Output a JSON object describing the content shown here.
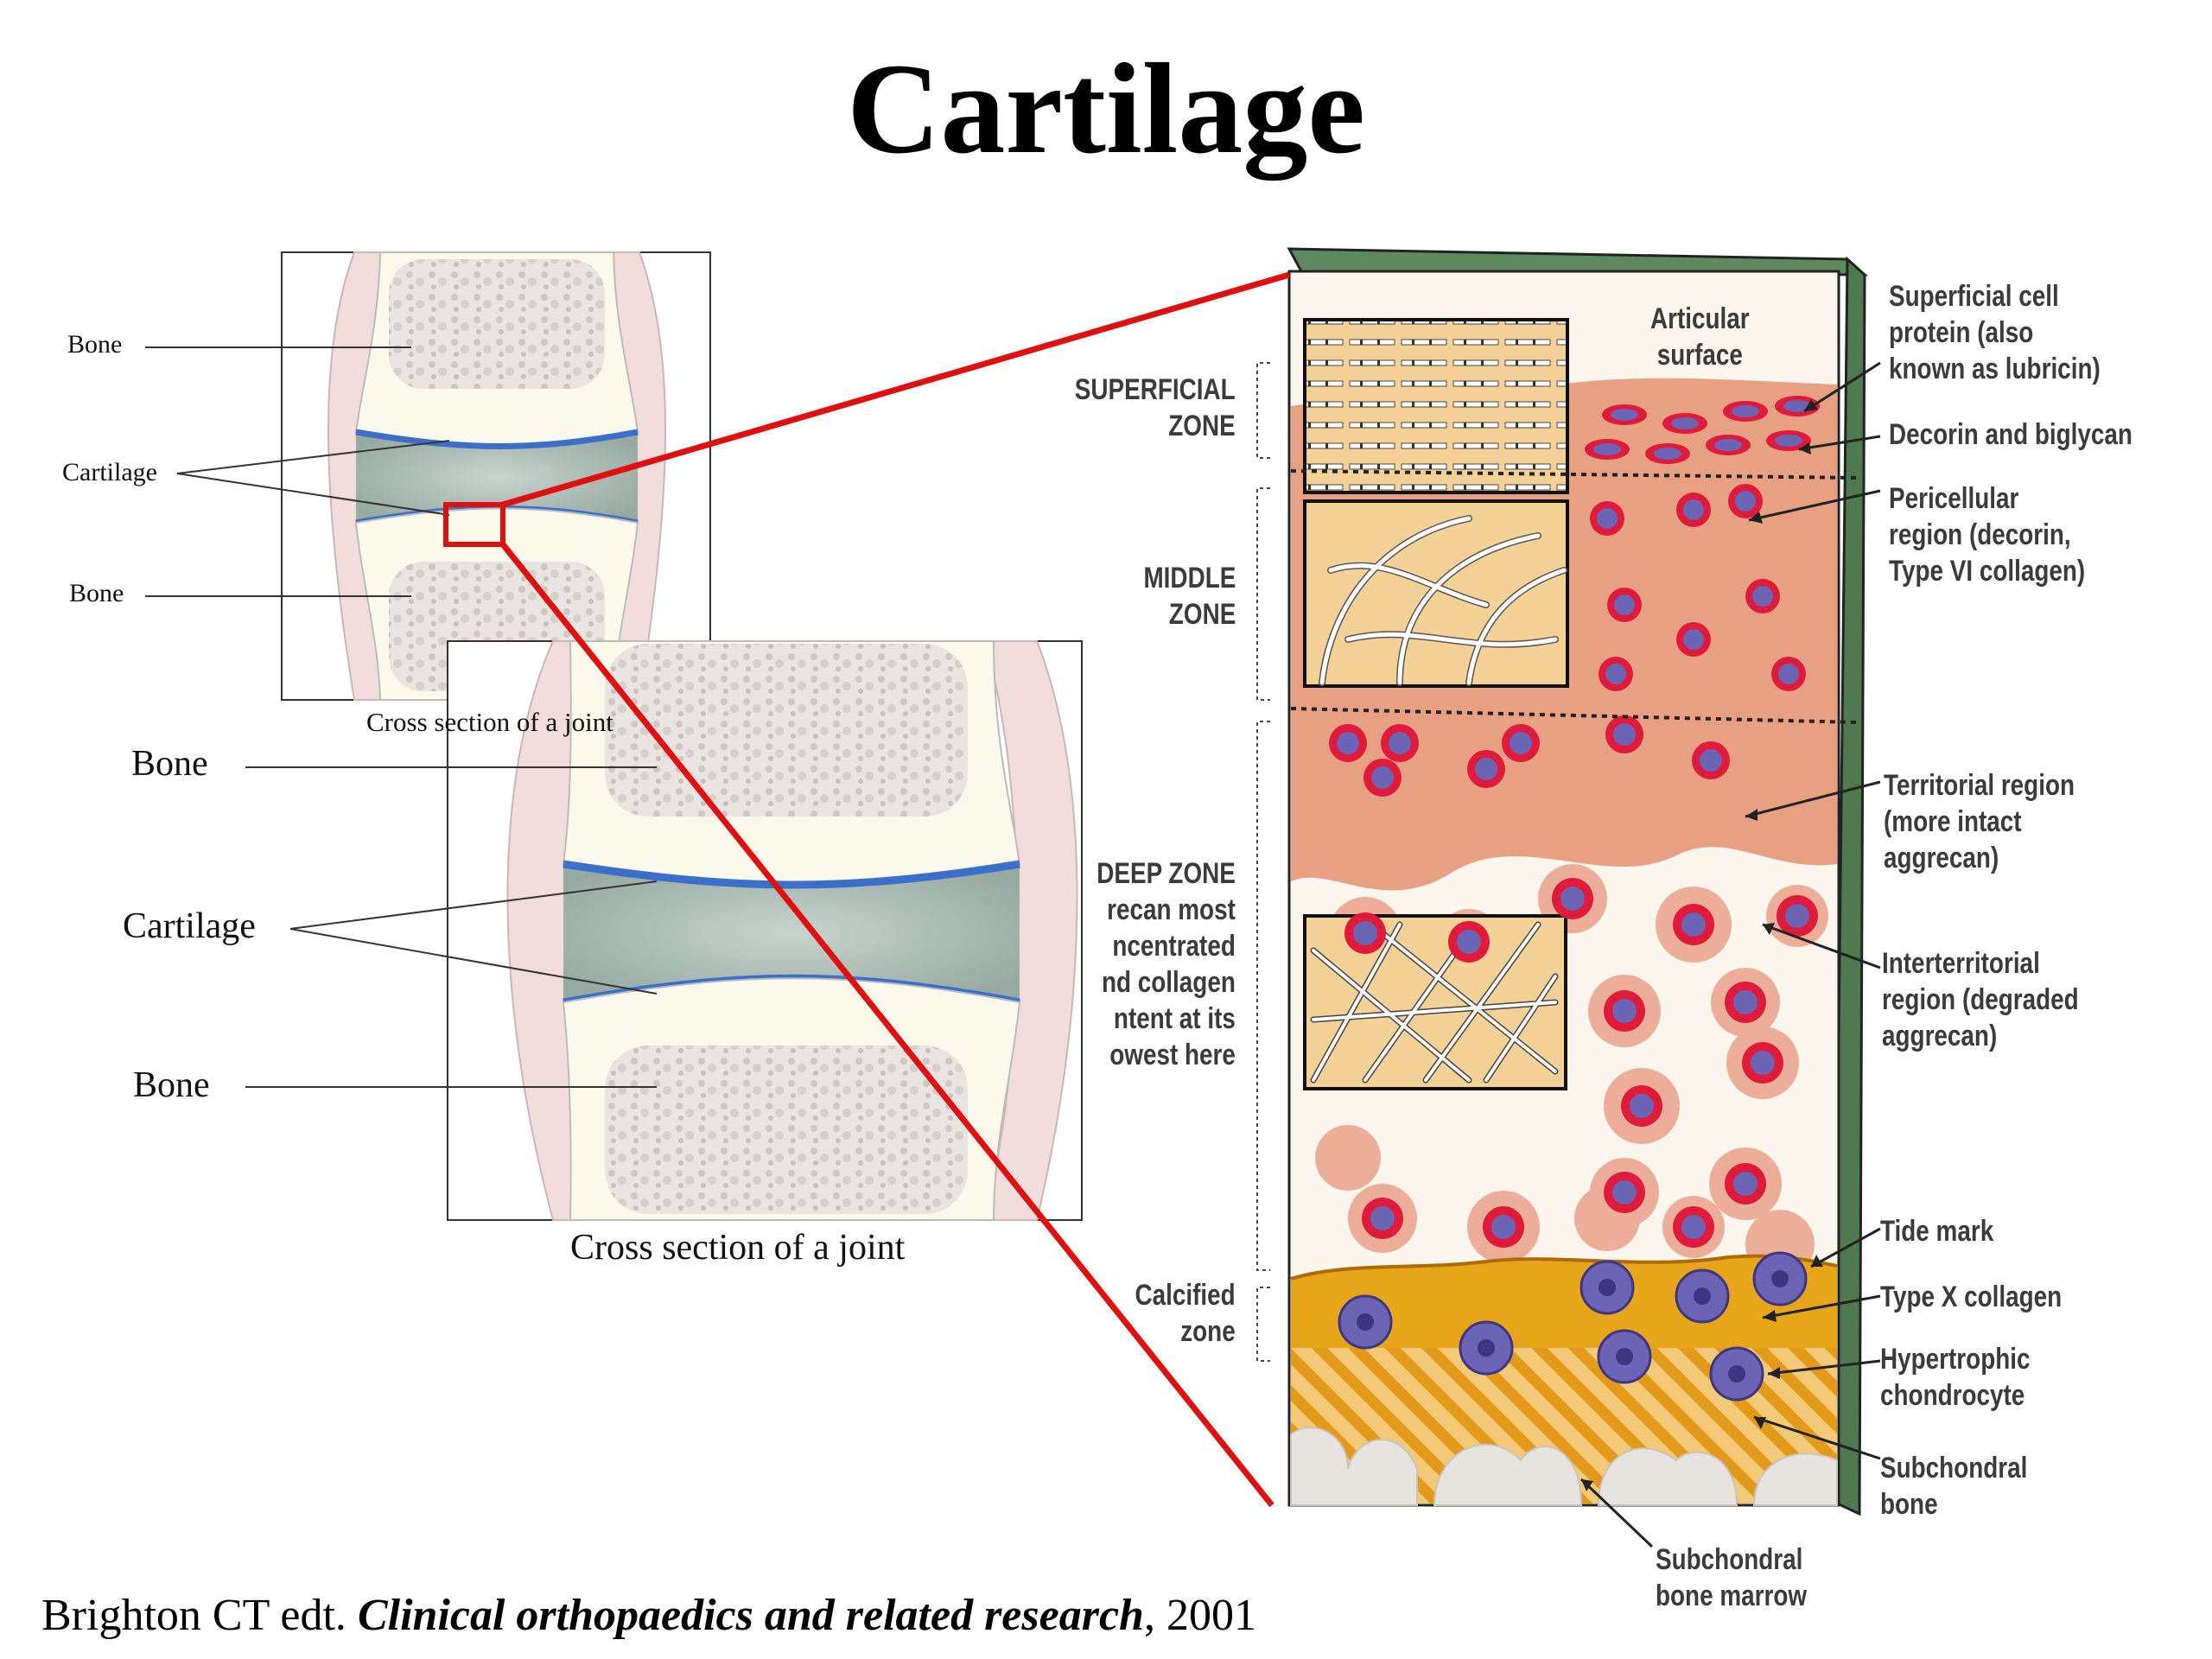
{
  "title": "Cartilage",
  "joint_small": {
    "bone_top": "Bone",
    "cartilage": "Cartilage",
    "bone_bottom": "Bone",
    "caption": "Cross section of a joint"
  },
  "joint_large": {
    "bone_top": "Bone",
    "cartilage": "Cartilage",
    "bone_bottom": "Bone",
    "caption": "Cross section of a joint"
  },
  "zones": {
    "superficial": [
      "SUPERFICIAL",
      "ZONE"
    ],
    "middle": [
      "MIDDLE",
      "ZONE"
    ],
    "deep": [
      "DEEP ZONE",
      "recan most",
      "ncentrated",
      "nd collagen",
      "ntent at its",
      "owest here"
    ],
    "calcified": [
      "Calcified",
      "zone"
    ]
  },
  "articular_surface": [
    "Articular",
    "surface"
  ],
  "annotations": {
    "superficial_cell": [
      "Superficial cell",
      "protein (also",
      "known as lubricin)"
    ],
    "decorin": [
      "Decorin and biglycan"
    ],
    "pericellular": [
      "Pericellular",
      "region  (decorin,",
      "Type  VI  collagen)"
    ],
    "territorial": [
      "Territorial region",
      "(more intact",
      "aggrecan)"
    ],
    "interterritorial": [
      "Interterritorial",
      "region (degraded",
      "aggrecan)"
    ],
    "tide_mark": [
      "Tide mark"
    ],
    "type_x": [
      "Type X collagen"
    ],
    "hypertrophic": [
      "Hypertrophic",
      "chondrocyte"
    ],
    "subchondral_bone": [
      "Subchondral",
      "bone"
    ],
    "subchondral_marrow": [
      "Subchondral",
      "bone marrow"
    ]
  },
  "citation": {
    "prefix": "Brighton CT edt. ",
    "journal": "Clinical orthopaedics and related research",
    "suffix": ", 2001"
  },
  "colors": {
    "callout_red": "#e01010",
    "matrix_pink": "#e8a083",
    "calcified_orange": "#e7a51a",
    "cell_purple": "#6c64b4",
    "edge_green": "#4f7a4f"
  }
}
